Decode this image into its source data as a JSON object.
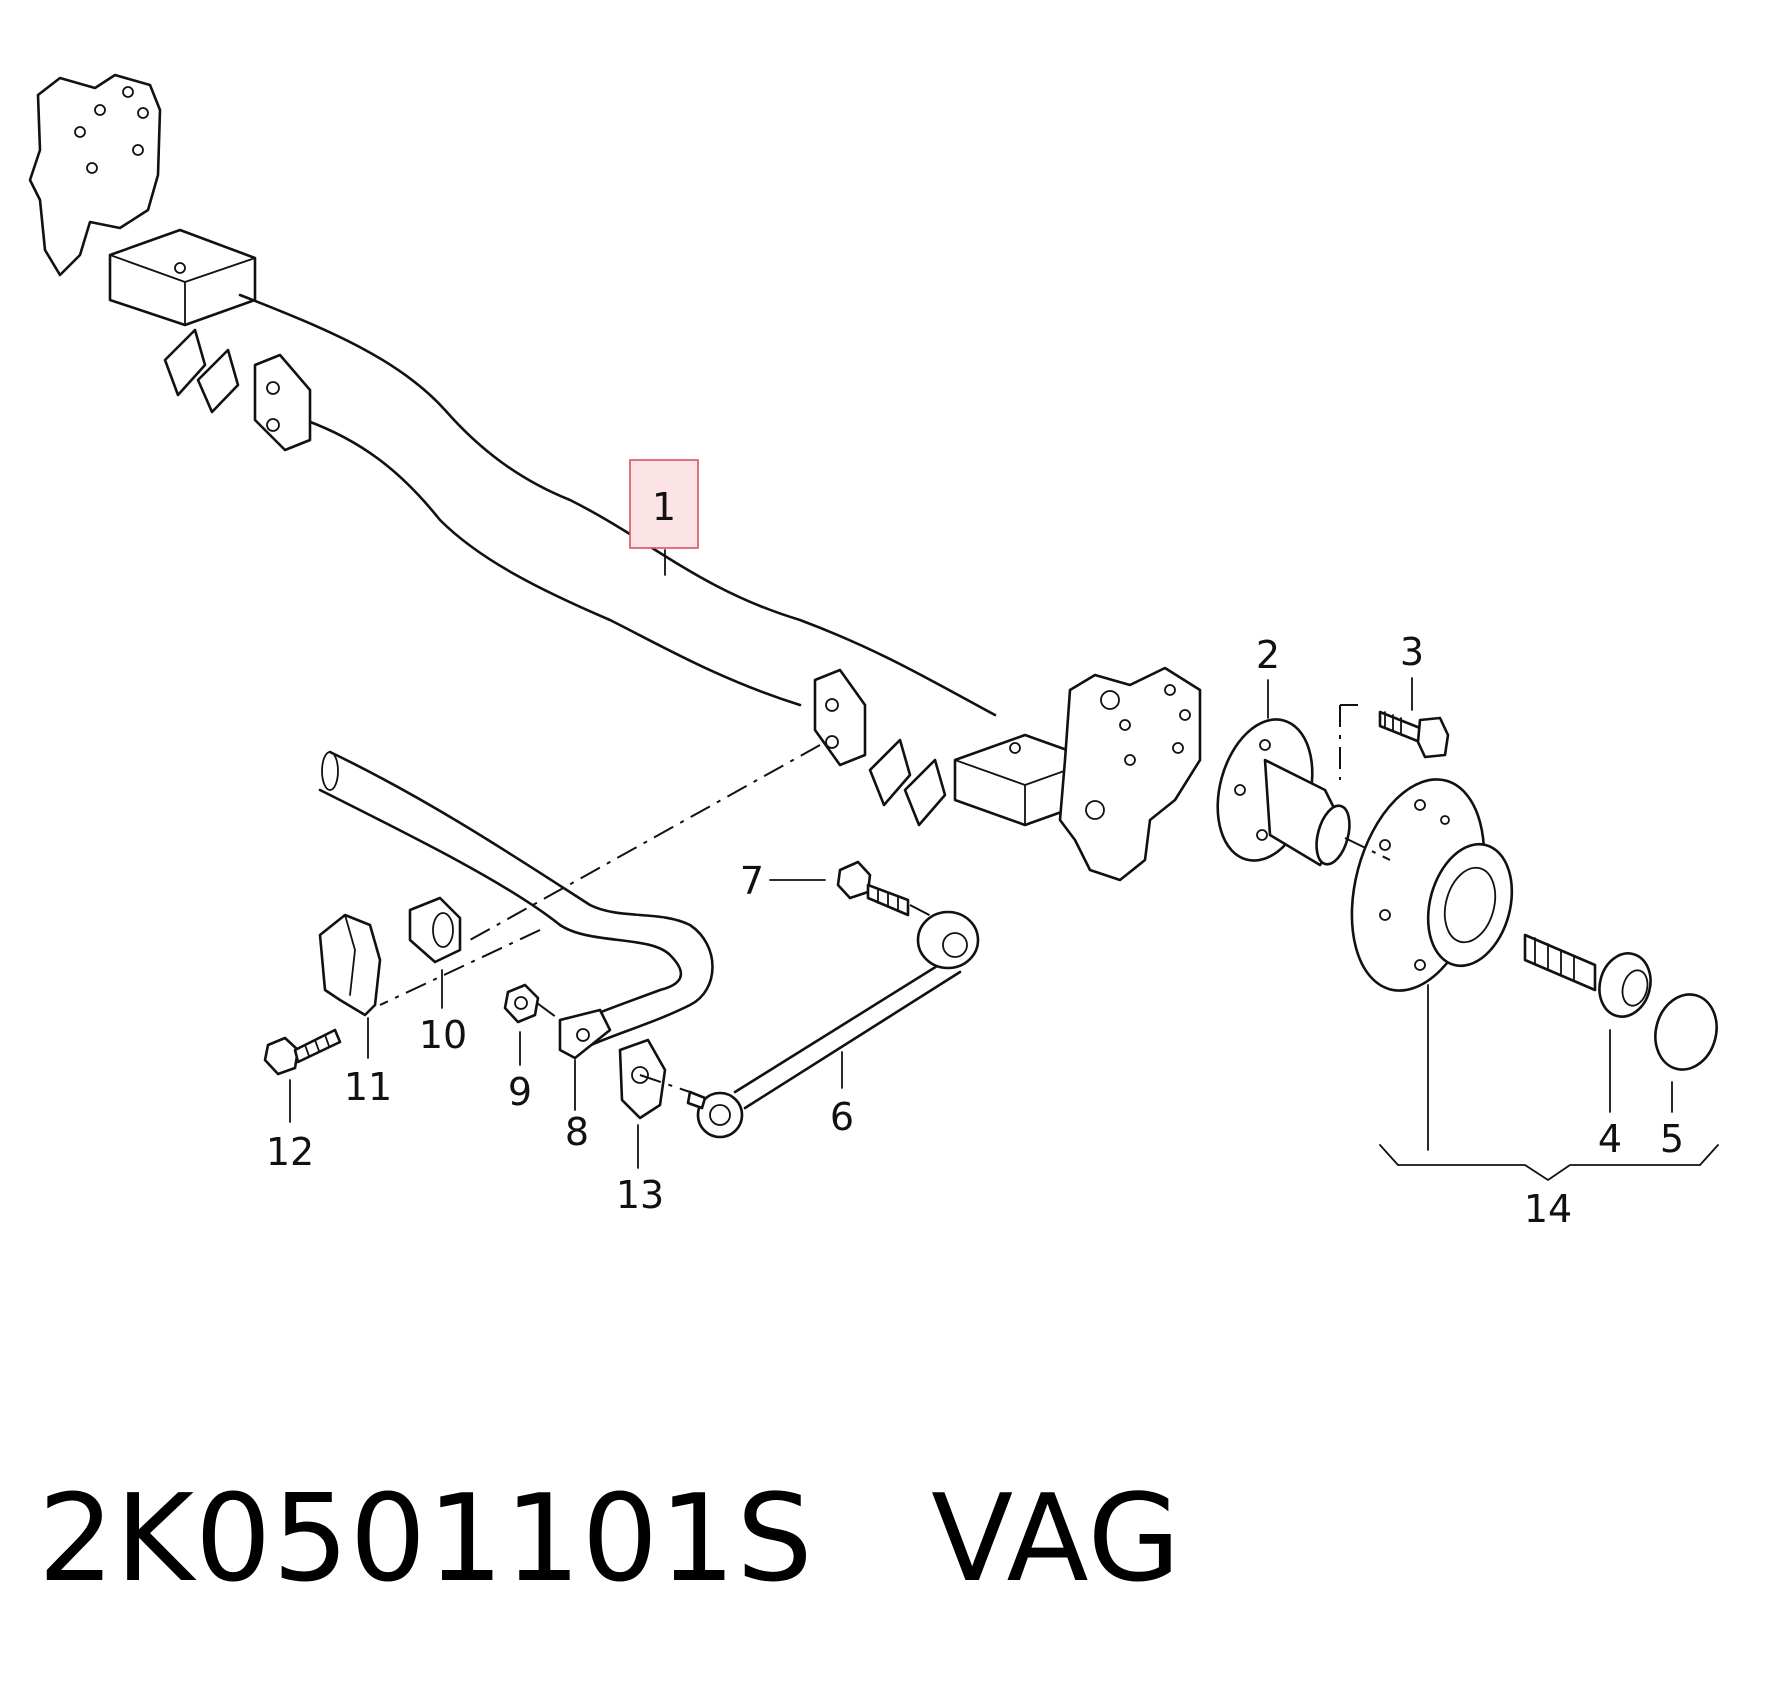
{
  "callouts": [
    {
      "id": "1",
      "label": "1",
      "highlighted": true
    },
    {
      "id": "2",
      "label": "2"
    },
    {
      "id": "3",
      "label": "3"
    },
    {
      "id": "4",
      "label": "4"
    },
    {
      "id": "5",
      "label": "5"
    },
    {
      "id": "6",
      "label": "6"
    },
    {
      "id": "7",
      "label": "7"
    },
    {
      "id": "8",
      "label": "8"
    },
    {
      "id": "9",
      "label": "9"
    },
    {
      "id": "10",
      "label": "10"
    },
    {
      "id": "11",
      "label": "11"
    },
    {
      "id": "12",
      "label": "12"
    },
    {
      "id": "13",
      "label": "13"
    },
    {
      "id": "14",
      "label": "14"
    }
  ],
  "caption": {
    "part_number": "2K0501101S",
    "brand": "VAG"
  },
  "colors": {
    "highlight_border": "#e0525a",
    "highlight_fill": "#fbe3e6",
    "line": "#111111"
  }
}
